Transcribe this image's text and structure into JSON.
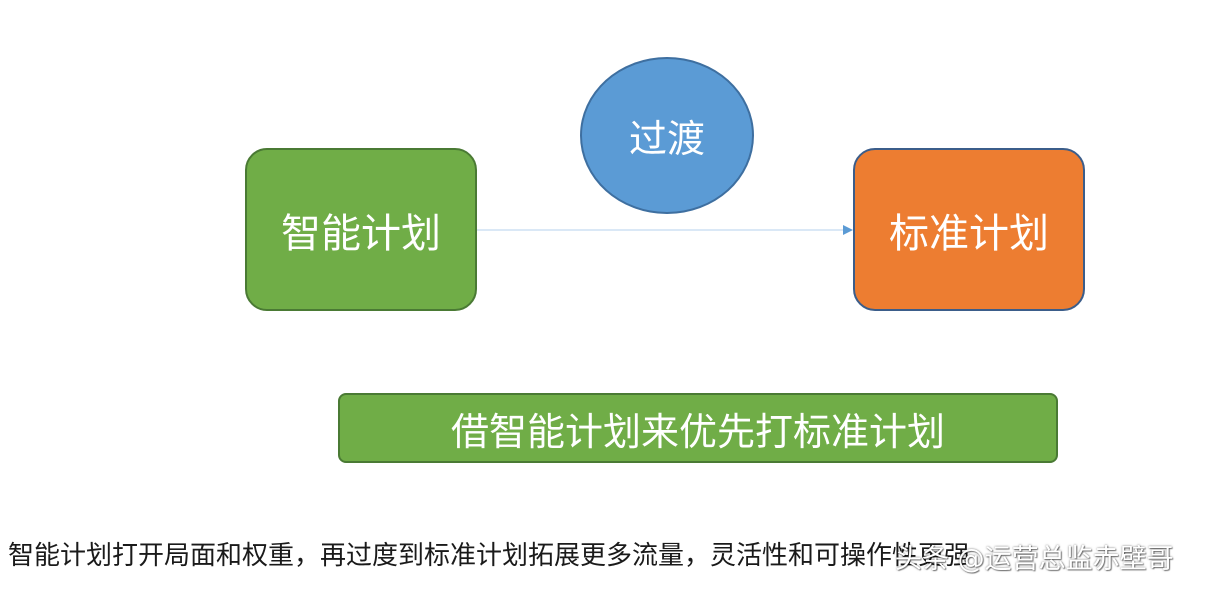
{
  "colors": {
    "left_node": "#70ad47",
    "right_node": "#ed7d31",
    "transition_node": "#5b9bd5",
    "banner": "#70ad47",
    "connector": "#5b9bd5"
  },
  "nodes": {
    "left": "智能计划",
    "transition": "过渡",
    "right": "标准计划"
  },
  "banner": "借智能计划来优先打标准计划",
  "caption": "智能计划打开局面和权重，再过度到标准计划拓展更多流量，灵活性和可操作性更强",
  "watermark": "头条 @运营总监赤壁哥"
}
